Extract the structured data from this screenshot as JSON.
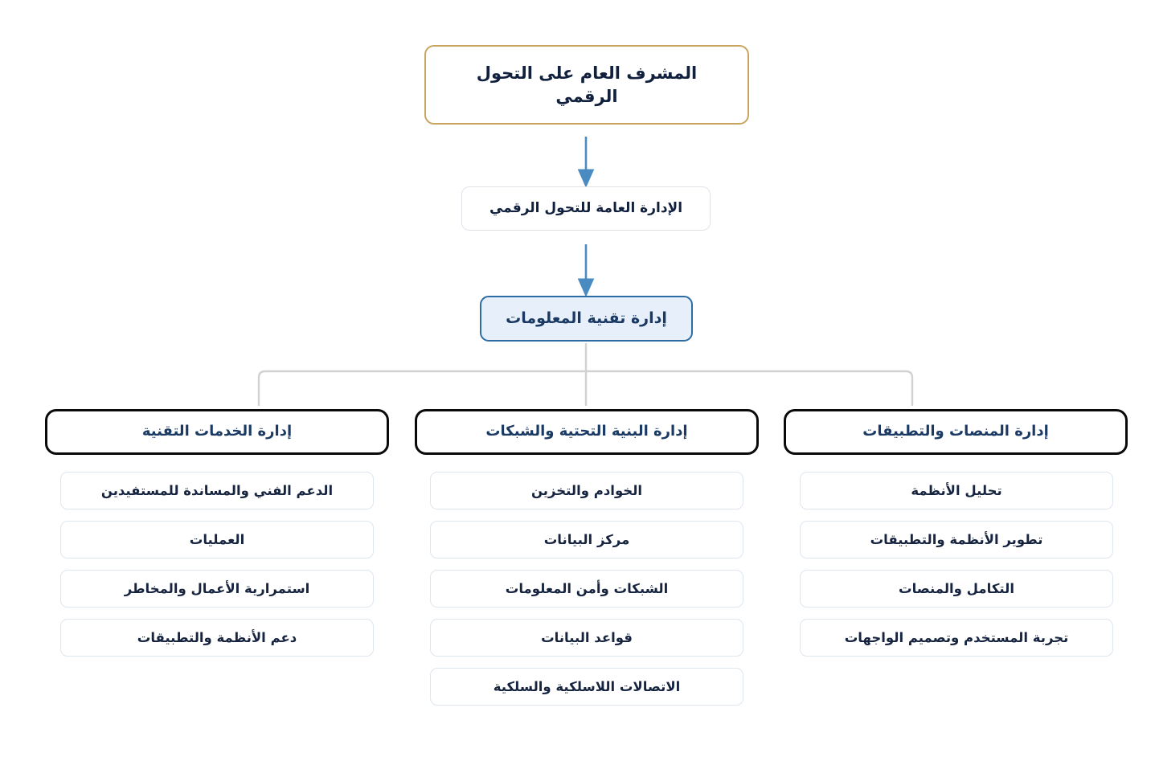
{
  "chart": {
    "direction": "rtl",
    "colors": {
      "accent_blue": "#2e6da4",
      "arrow_blue": "#4a8bc2",
      "highlight_fill": "#e6effa",
      "gold_border": "#c9a45f",
      "head_border": "#0a0a0a",
      "leaf_border": "#dee6f0",
      "connector_gray": "#d2d2d2",
      "text_dark": "#11203d"
    },
    "level1": {
      "label": "المشرف العام على التحول الرقمي"
    },
    "level2": {
      "label": "الإدارة العامة للتحول الرقمي"
    },
    "level3": {
      "label": "إدارة تقنية المعلومات"
    },
    "branches": [
      {
        "head": "إدارة الخدمات التقنية",
        "items": [
          "الدعم الفني والمساندة للمستفيدين",
          "العمليات",
          "استمرارية الأعمال والمخاطر",
          "دعم الأنظمة والتطبيقات"
        ]
      },
      {
        "head": "إدارة البنية التحتية والشبكات",
        "items": [
          "الخوادم والتخزين",
          "مركز البيانات",
          "الشبكات وأمن المعلومات",
          "قواعد البيانات",
          "الاتصالات اللاسلكية والسلكية"
        ]
      },
      {
        "head": "إدارة المنصات والتطبيقات",
        "items": [
          "تحليل الأنظمة",
          "تطوير الأنظمة والتطبيقات",
          "التكامل والمنصات",
          "تجربة المستخدم وتصميم الواجهات"
        ]
      }
    ]
  }
}
